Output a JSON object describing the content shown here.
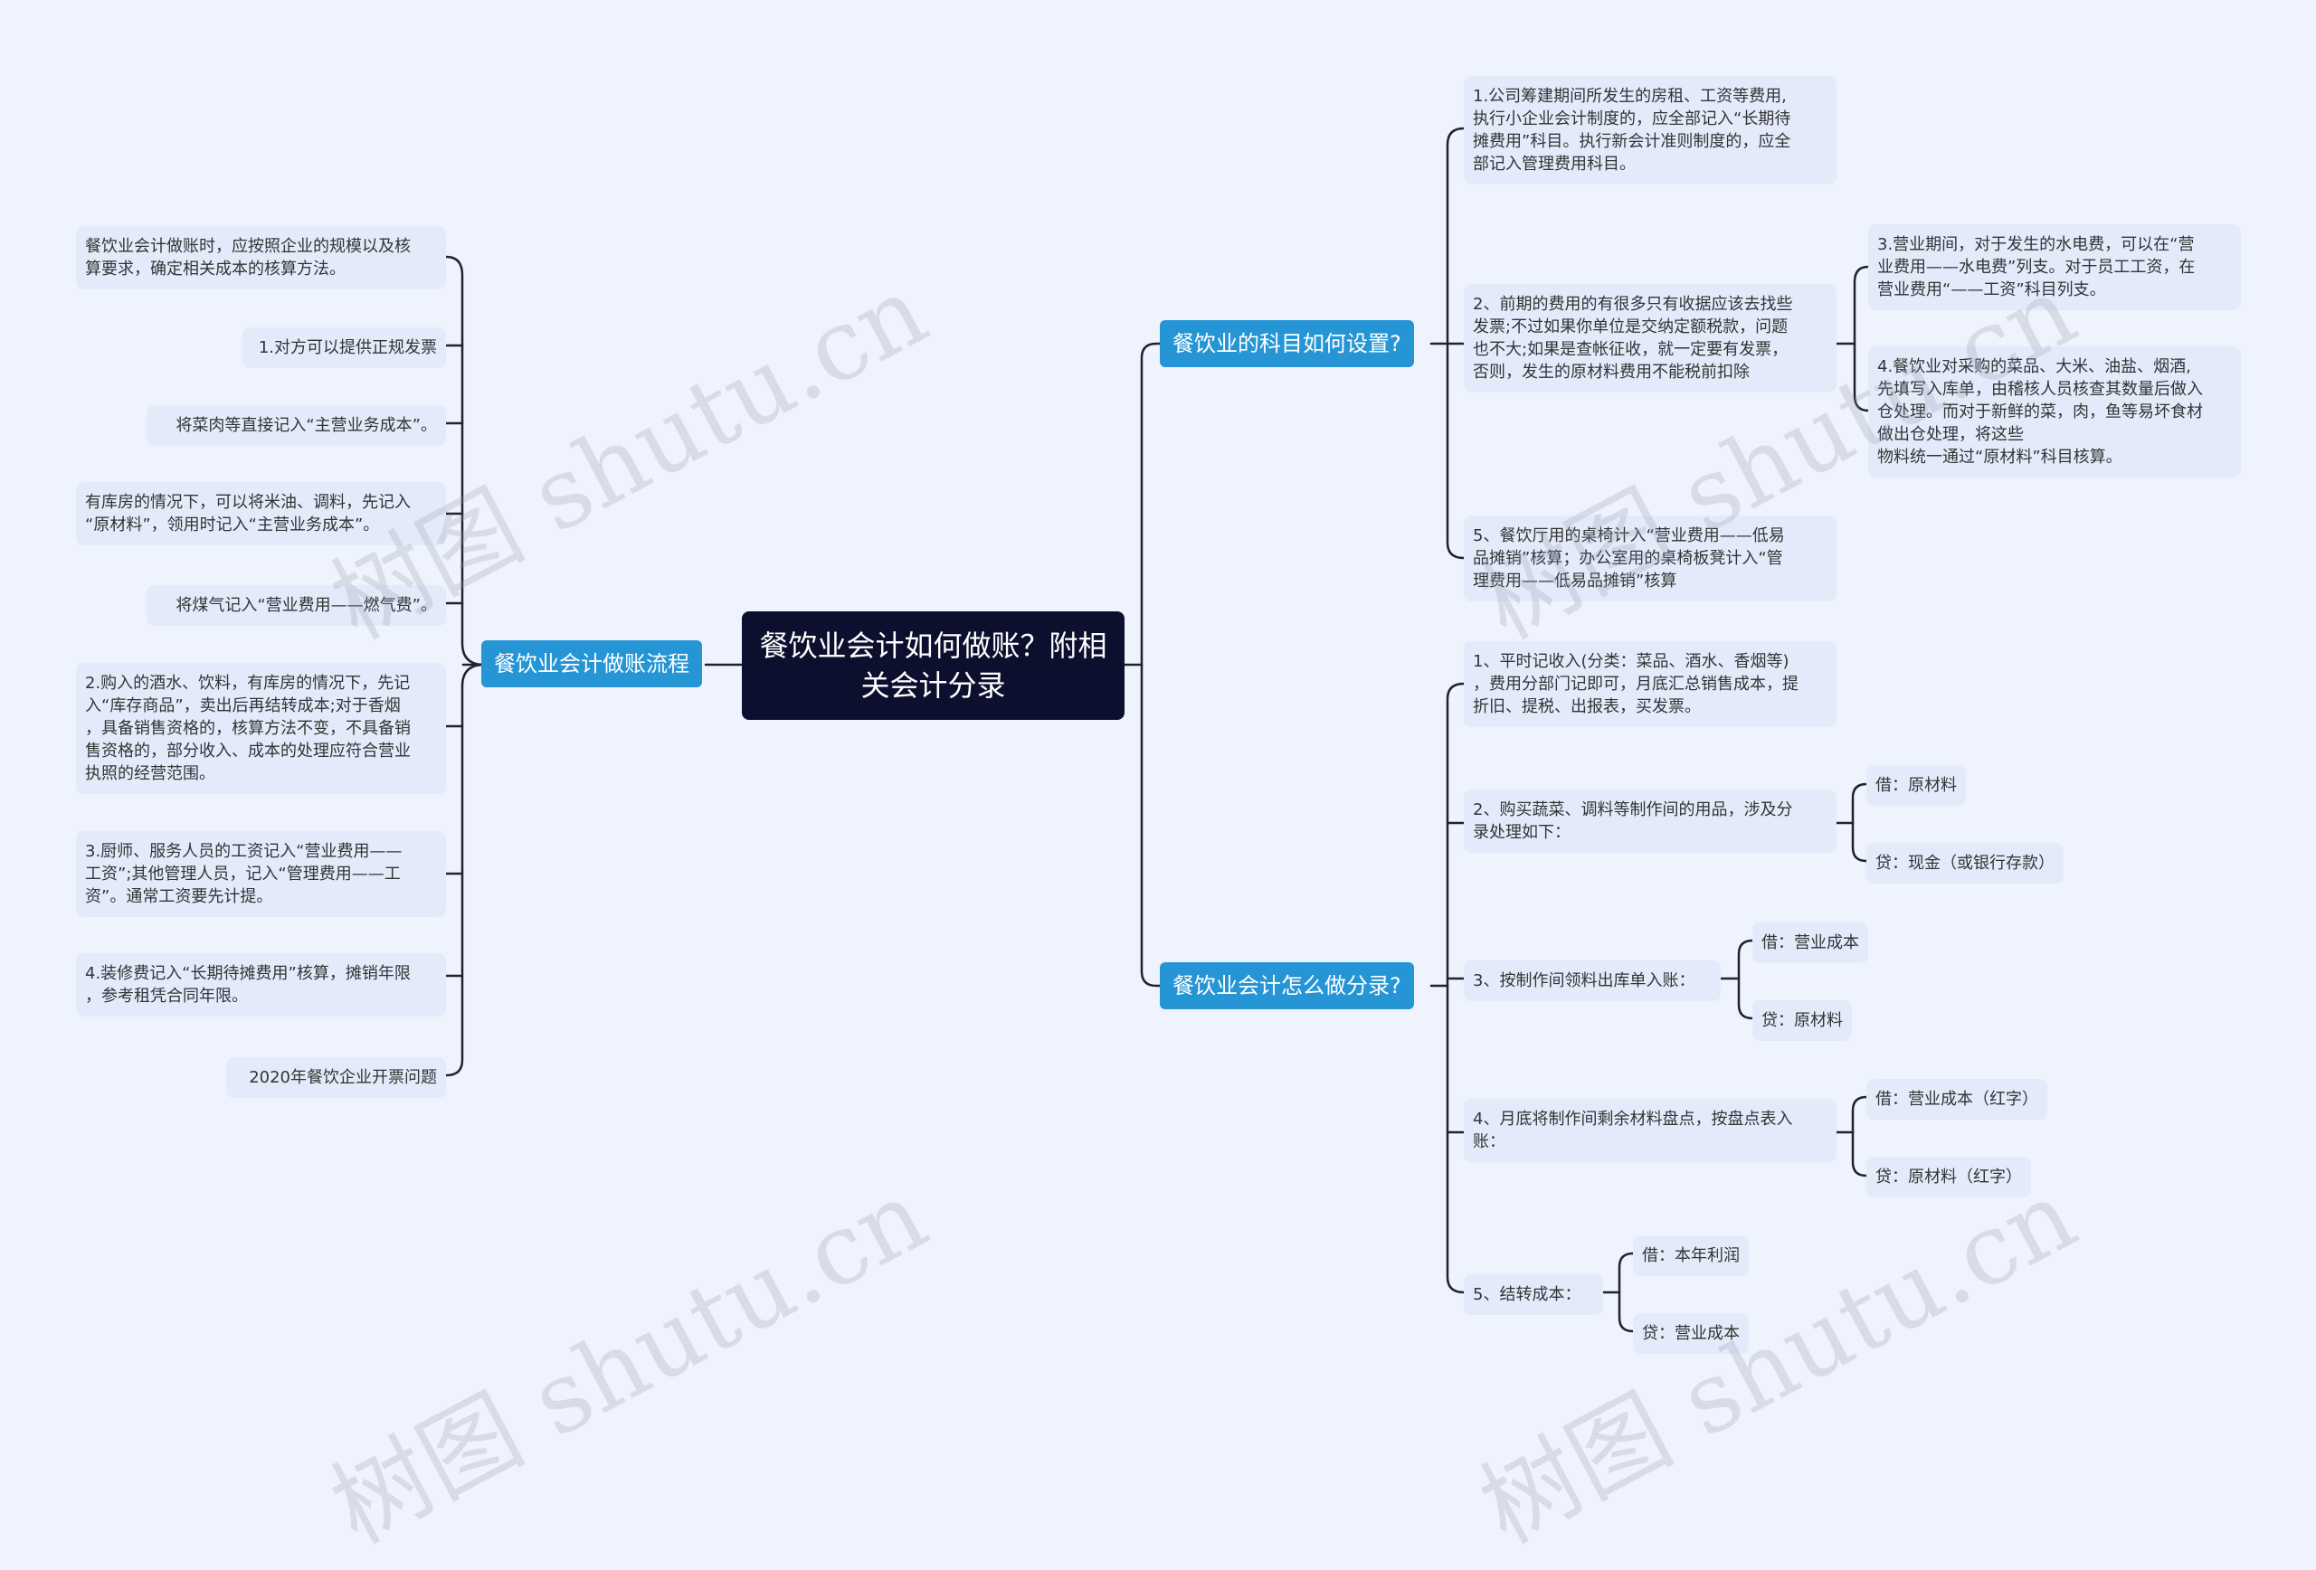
{
  "root": {
    "title": "餐饮业会计如何做账？附相关会计分录"
  },
  "left_branch": {
    "label": "餐饮业会计做账流程",
    "items": [
      "餐饮业会计做账时，应按照企业的规模以及核\n算要求，确定相关成本的核算方法。",
      "1.对方可以提供正规发票",
      "将菜肉等直接记入“主营业务成本”。",
      "有库房的情况下，可以将米油、调料，先记入\n“原材料”，领用时记入“主营业务成本”。",
      "将煤气记入“营业费用——燃气费”。",
      "2.购入的酒水、饮料，有库房的情况下，先记\n入“库存商品”，卖出后再结转成本;对于香烟\n，具备销售资格的，核算方法不变，不具备销\n售资格的，部分收入、成本的处理应符合营业\n执照的经营范围。",
      "3.厨师、服务人员的工资记入“营业费用——\n工资”;其他管理人员，记入“管理费用——工\n资”。通常工资要先计提。",
      "4.装修费记入“长期待摊费用”核算，摊销年限\n，参考租凭合同年限。",
      "2020年餐饮企业开票问题"
    ]
  },
  "right_top": {
    "label": "餐饮业的科目如何设置?",
    "items": [
      "1.公司筹建期间所发生的房租、工资等费用,\n执行小企业会计制度的，应全部记入“长期待\n摊费用”科目。执行新会计准则制度的，应全\n部记入管理费用科目。",
      "2、前期的费用的有很多只有收据应该去找些\n发票;不过如果你单位是交纳定额税款，问题\n也不大;如果是查帐征收，就一定要有发票，\n否则，发生的原材料费用不能税前扣除",
      "5、餐饮厅用的桌椅计入“营业费用——低易\n品摊销”核算；办公室用的桌椅板凳计入“管\n理费用——低易品摊销”核算"
    ],
    "sub_items": [
      "3.营业期间，对于发生的水电费，可以在“营\n业费用——水电费”列支。对于员工工资，在\n营业费用“——工资”科目列支。",
      "4.餐饮业对采购的菜品、大米、油盐、烟酒,\n先填写入库单，由稽核人员核查其数量后做入\n仓处理。而对于新鲜的菜，肉，鱼等易坏食材\n做出仓处理，将这些\n物料统一通过“原材料”科目核算。"
    ]
  },
  "right_bottom": {
    "label": "餐饮业会计怎么做分录?",
    "items": [
      "1、平时记收入(分类：菜品、酒水、香烟等)\n，费用分部门记即可，月底汇总销售成本，提\n折旧、提税、出报表，买发票。",
      "2、购买蔬菜、调料等制作间的用品，涉及分\n录处理如下：",
      "3、按制作间领料出库单入账：",
      "4、月底将制作间剩余材料盘点，按盘点表入\n账：",
      "5、结转成本："
    ],
    "entries": {
      "e2_debit": "借：原材料",
      "e2_credit": "贷：现金（或银行存款）",
      "e3_debit": "借：营业成本",
      "e3_credit": "贷：原材料",
      "e4_debit": "借：营业成本（红字）",
      "e4_credit": "贷：原材料（红字）",
      "e5_debit": "借：本年利润",
      "e5_credit": "贷：营业成本"
    }
  },
  "watermark": "树图 shutu.cn",
  "colors": {
    "background": "#eef3fd",
    "leaf": "#e3ebfb",
    "branch": "#2595d5",
    "root": "#0d0f2e",
    "line": "#1f2230"
  }
}
